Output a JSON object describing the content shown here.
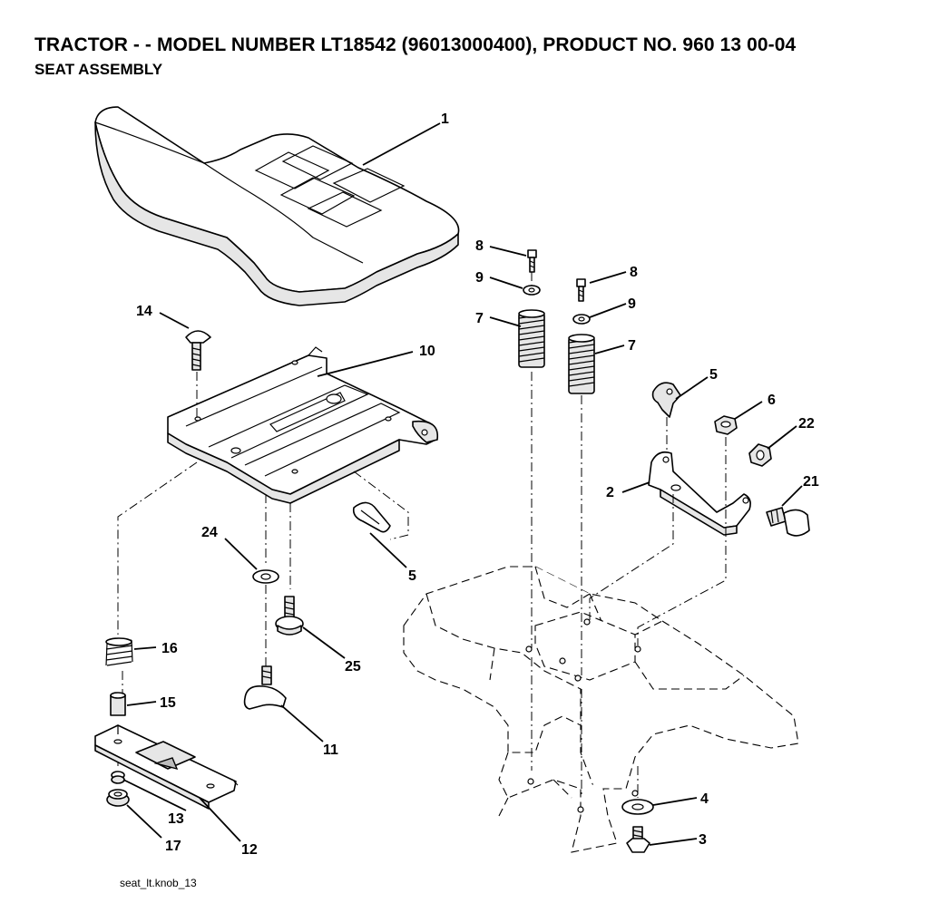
{
  "header": {
    "title": "TRACTOR - - MODEL NUMBER LT18542 (96013000400), PRODUCT NO. 960 13 00-04",
    "subtitle": "SEAT ASSEMBLY"
  },
  "footer": {
    "file_label": "seat_lt.knob_13"
  },
  "callouts": [
    {
      "id": "c1",
      "label": "1"
    },
    {
      "id": "c14",
      "label": "14"
    },
    {
      "id": "c10",
      "label": "10"
    },
    {
      "id": "c8a",
      "label": "8"
    },
    {
      "id": "c9a",
      "label": "9"
    },
    {
      "id": "c7a",
      "label": "7"
    },
    {
      "id": "c8b",
      "label": "8"
    },
    {
      "id": "c9b",
      "label": "9"
    },
    {
      "id": "c7b",
      "label": "7"
    },
    {
      "id": "c5a",
      "label": "5"
    },
    {
      "id": "c6",
      "label": "6"
    },
    {
      "id": "c22",
      "label": "22"
    },
    {
      "id": "c2",
      "label": "2"
    },
    {
      "id": "c21",
      "label": "21"
    },
    {
      "id": "c24",
      "label": "24"
    },
    {
      "id": "c5b",
      "label": "5"
    },
    {
      "id": "c16",
      "label": "16"
    },
    {
      "id": "c25",
      "label": "25"
    },
    {
      "id": "c15",
      "label": "15"
    },
    {
      "id": "c11",
      "label": "11"
    },
    {
      "id": "c4",
      "label": "4"
    },
    {
      "id": "c3",
      "label": "3"
    },
    {
      "id": "c13",
      "label": "13"
    },
    {
      "id": "c17",
      "label": "17"
    },
    {
      "id": "c12",
      "label": "12"
    }
  ]
}
